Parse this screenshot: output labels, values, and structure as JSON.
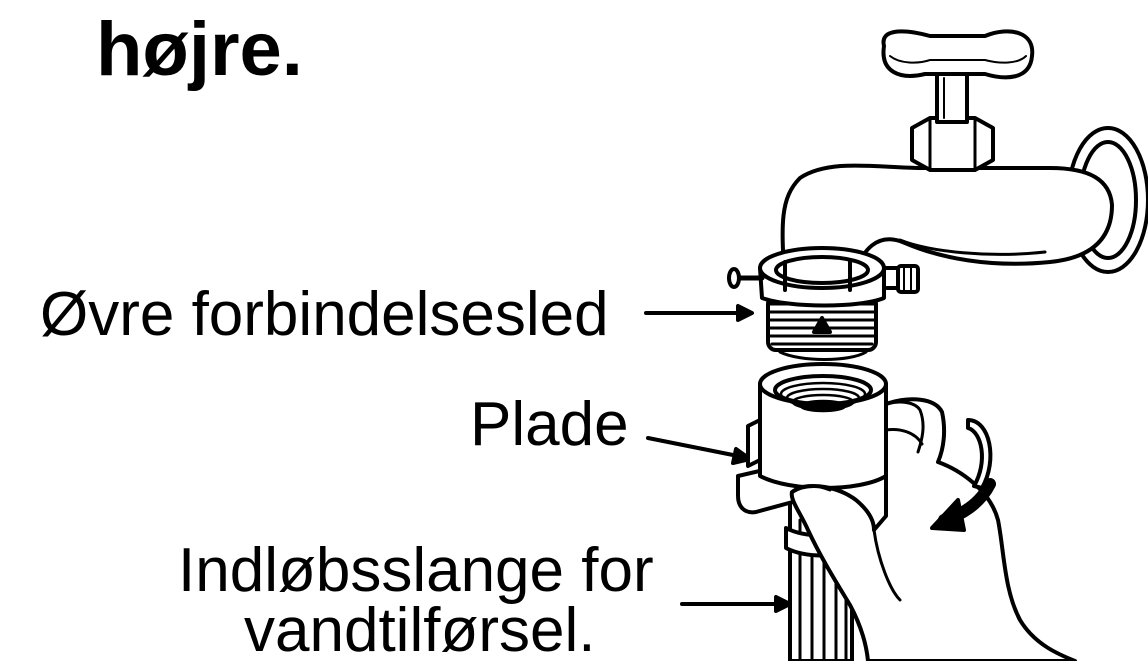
{
  "heading": "højre.",
  "labels": {
    "upper_joint": "Øvre forbindelsesled",
    "plate": "Plade",
    "hose_line1": "Indløbsslange for",
    "hose_line2": "vandtilførsel."
  },
  "illustration": {
    "icon_names": [
      "faucet-icon",
      "connector-icon",
      "hand-icon",
      "rotation-arrow-icon",
      "hose-icon"
    ],
    "stroke_color": "#000000",
    "fill_color": "#ffffff"
  }
}
